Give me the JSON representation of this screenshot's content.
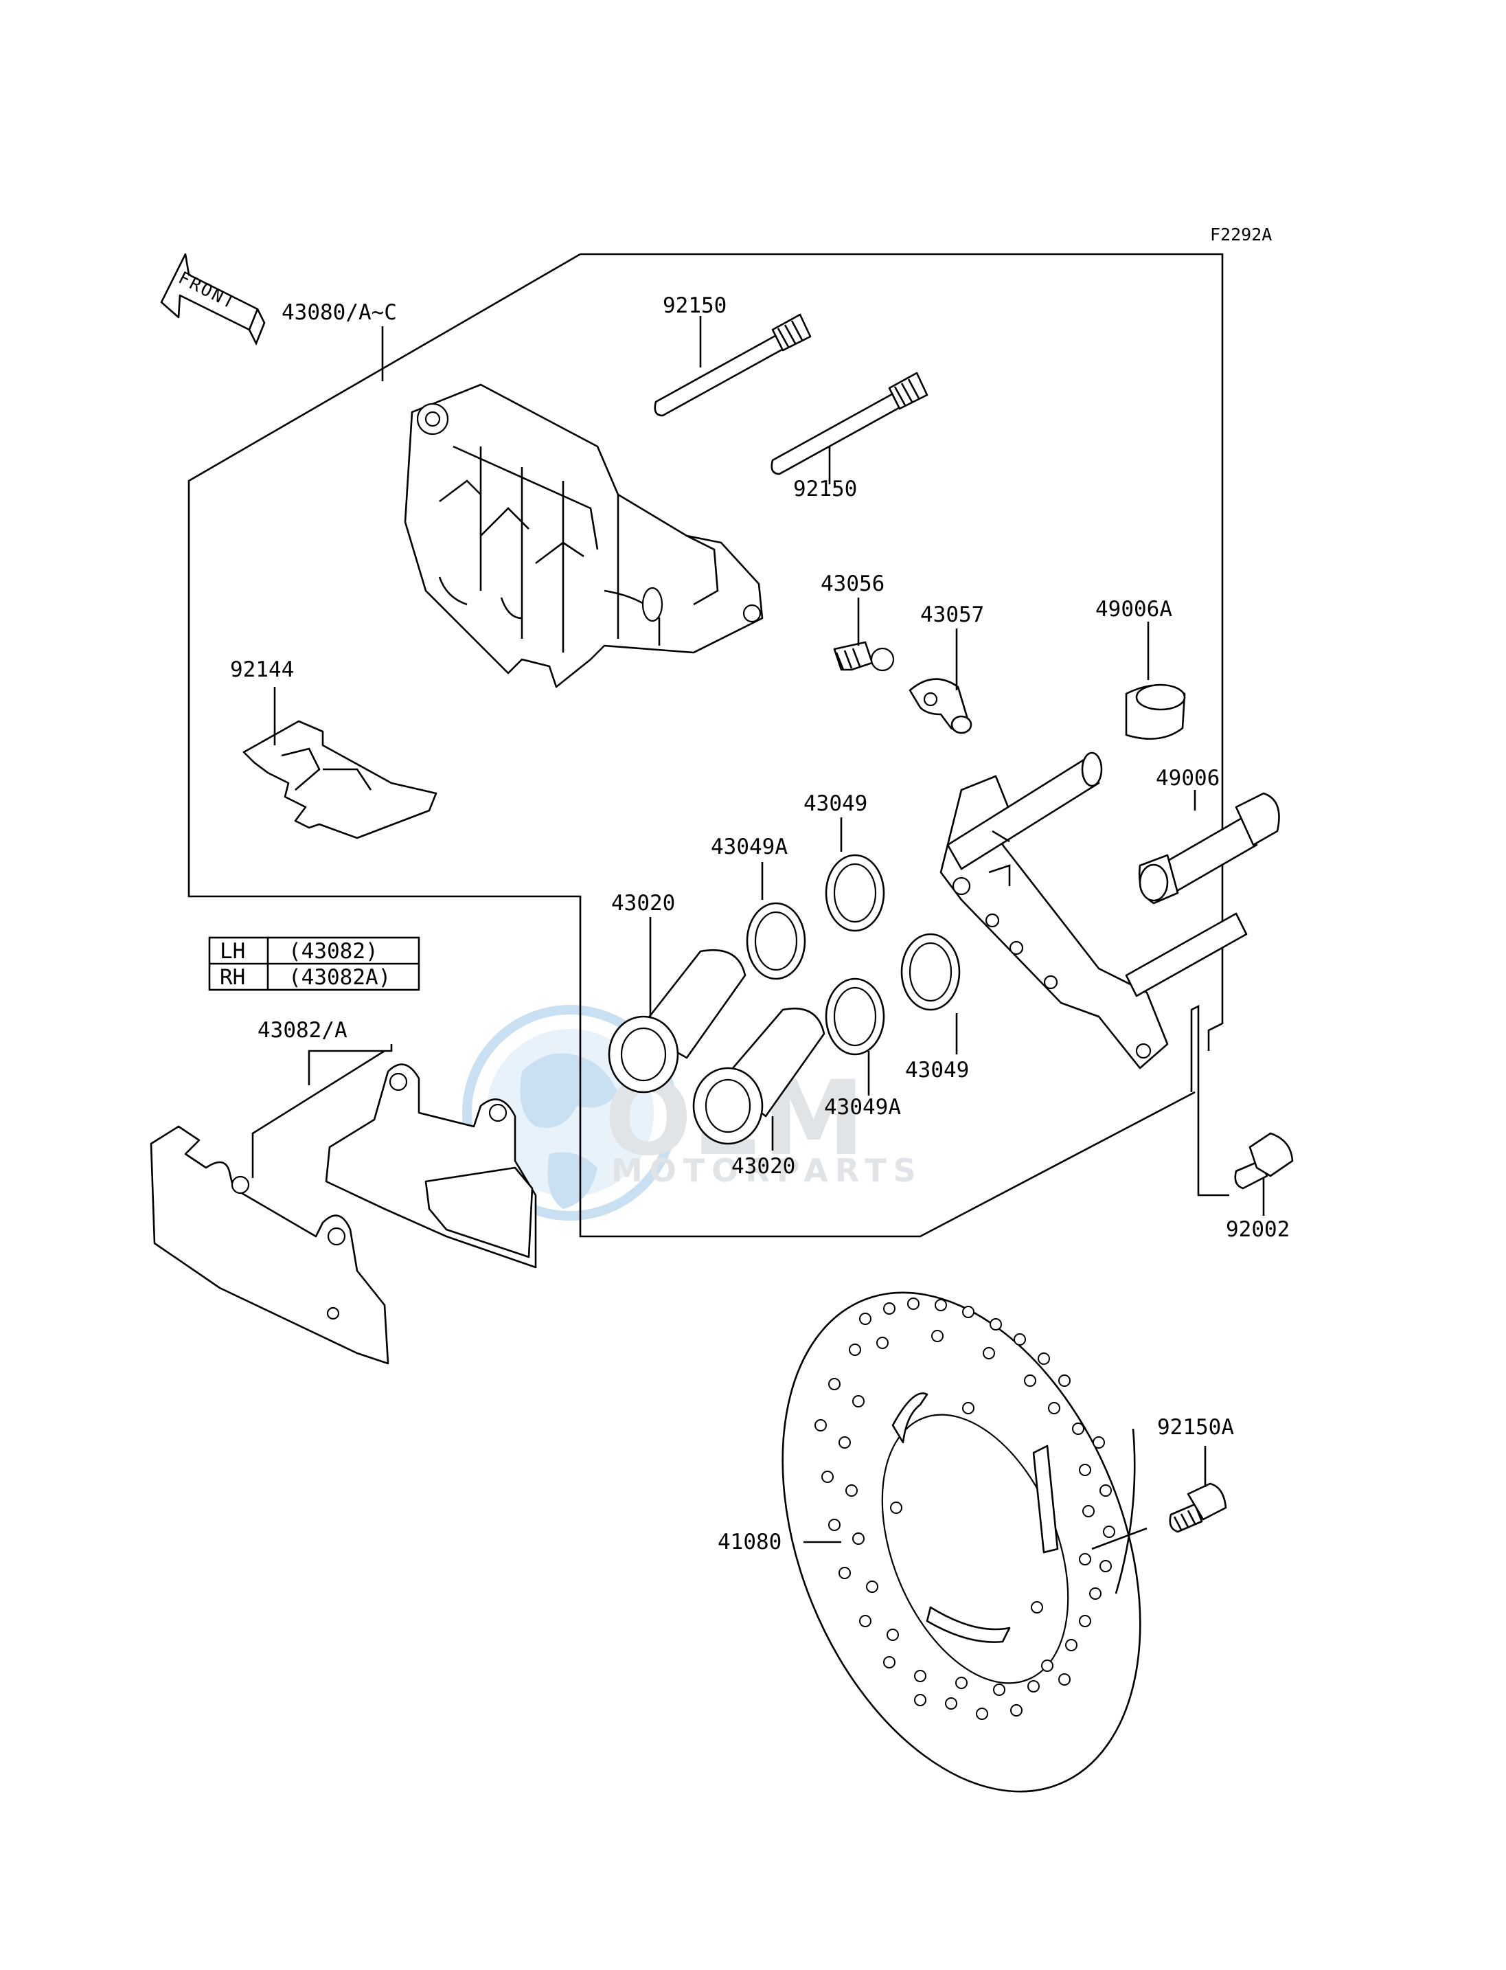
{
  "figure_id": "F2292A",
  "front_arrow_label": "FRONT",
  "watermark": {
    "brand": "OEM",
    "sub": "MOTORPARTS"
  },
  "side_table": {
    "rows": [
      {
        "side": "LH",
        "part": "(43082)"
      },
      {
        "side": "RH",
        "part": "(43082A)"
      }
    ]
  },
  "labels": {
    "caliper_assy": "43080/A~C",
    "pin_top": "92150",
    "pin_bottom": "92150",
    "bleeder": "43056",
    "bleeder_cap": "43057",
    "boot_small": "49006A",
    "bolt_collar": "49006",
    "pad_spring": "92144",
    "seal_a_upper": "43049",
    "seal_b_upper": "43049A",
    "piston_upper": "43020",
    "seal_a_lower": "43049",
    "seal_b_lower": "43049A",
    "piston_lower": "43020",
    "pad_set": "43082/A",
    "bracket_bolt": "92002",
    "disc_bolt": "92150A",
    "disc": "41080"
  },
  "colors": {
    "line": "#000000",
    "watermark_blue": "#9ec7e8",
    "watermark_gray": "#c9ced4"
  }
}
